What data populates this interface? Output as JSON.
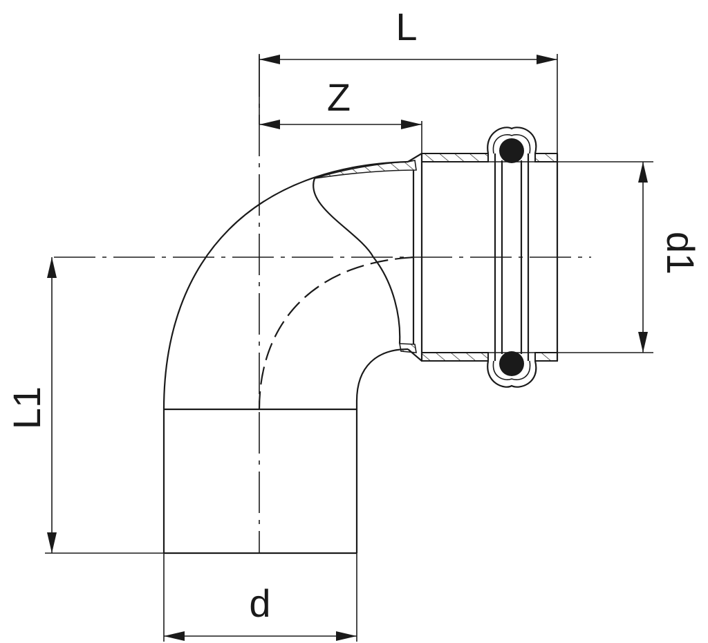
{
  "diagram": {
    "dimensions": {
      "L": "L",
      "Z": "Z",
      "d1": "d1",
      "L1": "L1",
      "d": "d"
    }
  }
}
